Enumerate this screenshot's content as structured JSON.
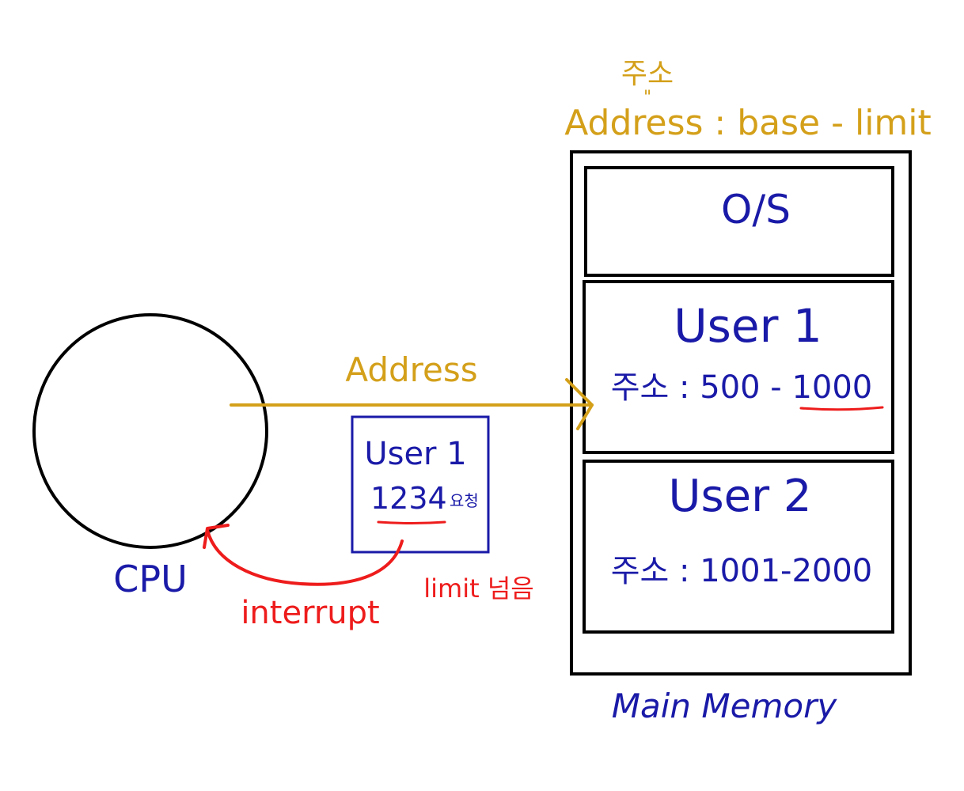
{
  "top_annotation": {
    "korean": "주소",
    "address_formula": "Address : base - limit"
  },
  "memory": {
    "caption": "Main Memory",
    "os_label": "O/S",
    "user1": {
      "title": "User 1",
      "address": "주소 : 500 - 1000"
    },
    "user2": {
      "title": "User 2",
      "address": "주소 : 1001-2000"
    }
  },
  "cpu": {
    "label": "CPU"
  },
  "address_arrow": {
    "label": "Address"
  },
  "request_box": {
    "title": "User 1",
    "number": "1234",
    "suffix": "요청"
  },
  "limit_exceeded": "limit 넘음",
  "interrupt": "interrupt",
  "colors": {
    "gold": "#d4a01a",
    "blue": "#1a1aa8",
    "red": "#ee1c1c",
    "black": "#000000"
  }
}
